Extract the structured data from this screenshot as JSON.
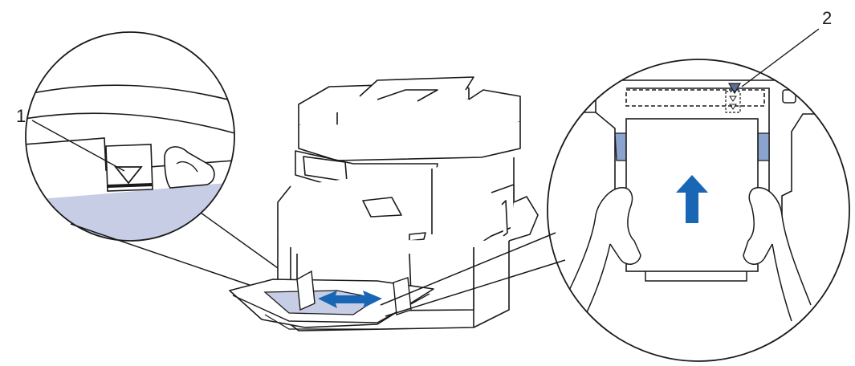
{
  "callouts": [
    {
      "id": "1",
      "label": "1"
    },
    {
      "id": "2",
      "label": "2"
    }
  ],
  "colors": {
    "line": "#1a1a1a",
    "paper_tint": "#c8cde6",
    "guide_blue": "#8aa3cf",
    "arrow_blue": "#1866b4",
    "guide_dark": "#5a6f96"
  },
  "icons": {
    "paper_limit_mark": "triangle-down-icon",
    "load_direction": "arrow-up-icon"
  }
}
